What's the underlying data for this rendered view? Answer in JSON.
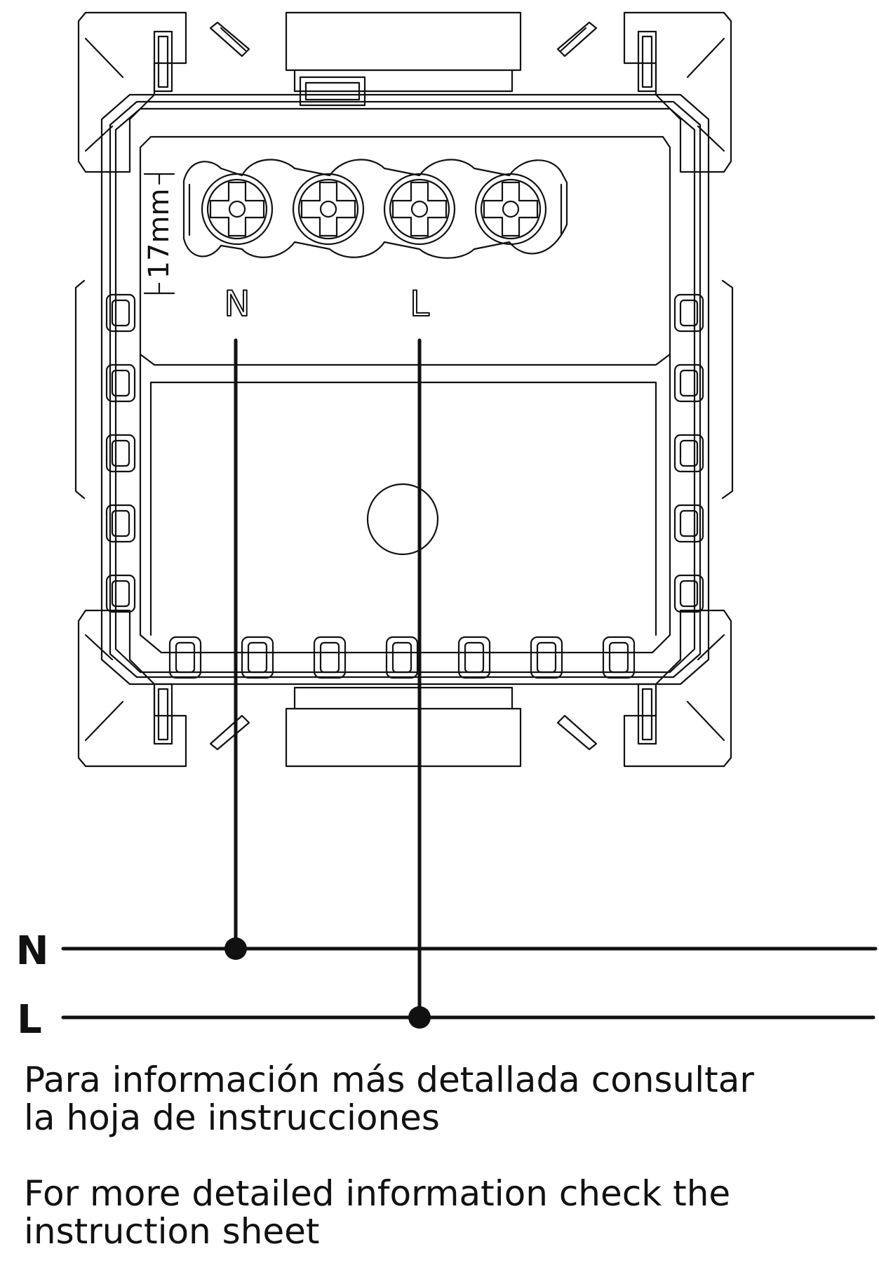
{
  "device": {
    "strip_gauge_label": "17mm",
    "terminal_labels": [
      "N",
      "L"
    ]
  },
  "supply_lines": [
    {
      "label": "N"
    },
    {
      "label": "L"
    }
  ],
  "notes": {
    "spanish": "Para información más detallada consultar\nla hoja de instrucciones",
    "english": "For more detailed information check the\ninstruction sheet"
  },
  "colors": {
    "line": "#111111",
    "background": "#ffffff"
  }
}
